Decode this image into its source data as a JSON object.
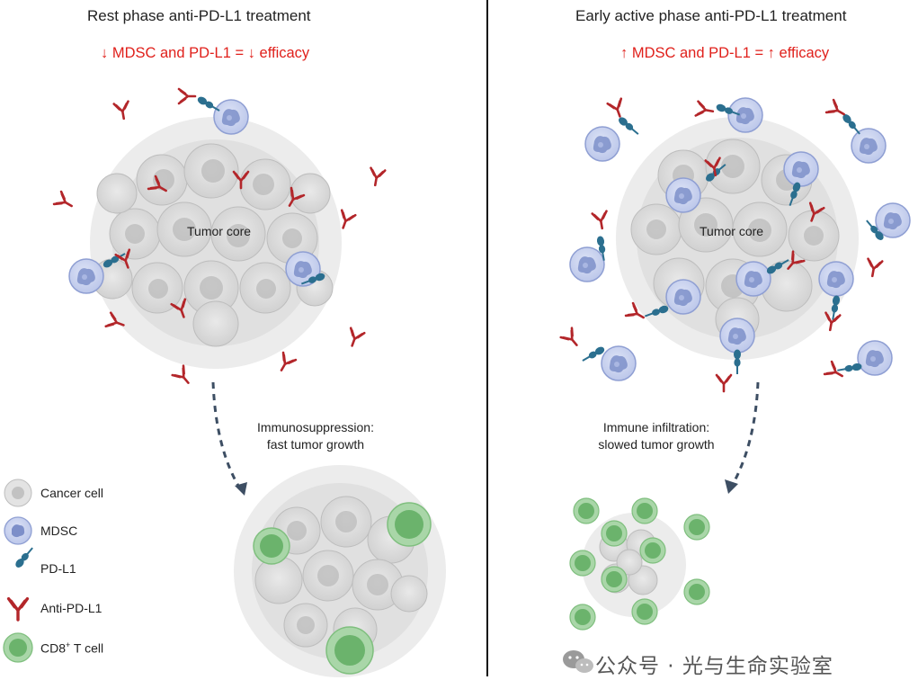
{
  "left_panel": {
    "title": "Rest phase anti-PD-L1 treatment",
    "effect": "↓ MDSC and PD-L1 = ↓ efficacy",
    "core_label": "Tumor core",
    "transition_caption_line1": "Immunosuppression:",
    "transition_caption_line2": "fast tumor growth"
  },
  "right_panel": {
    "title": "Early active phase anti-PD-L1 treatment",
    "effect": "↑ MDSC and PD-L1 = ↑ efficacy",
    "core_label": "Tumor core",
    "transition_caption_line1": "Immune infiltration:",
    "transition_caption_line2": "slowed tumor growth"
  },
  "legend": {
    "items": [
      {
        "label": "Cancer cell",
        "icon": "cancer-cell-icon"
      },
      {
        "label": "MDSC",
        "icon": "mdsc-icon"
      },
      {
        "label": "PD-L1",
        "icon": "pd-l1-icon"
      },
      {
        "label": "Anti-PD-L1",
        "icon": "anti-pd-l1-icon"
      },
      {
        "label_main": "CD8",
        "label_sup": "+",
        "label_rest": " T cell",
        "icon": "cd8-t-cell-icon"
      }
    ]
  },
  "watermark": {
    "text": "公众号 · 光与生命实验室",
    "icon": "wechat-icon"
  },
  "colors": {
    "effect_text": "#e0201b",
    "divider": "#111111",
    "mdsc_fill": "#c9d2ee",
    "mdsc_stroke": "#8f9fd3",
    "pd_l1": "#2b6f8f",
    "anti_pd_l1": "#b3262a",
    "t_cell_outer": "#a9d6a8",
    "t_cell_inner": "#6bb36c",
    "arrow": "#3d4e63"
  }
}
